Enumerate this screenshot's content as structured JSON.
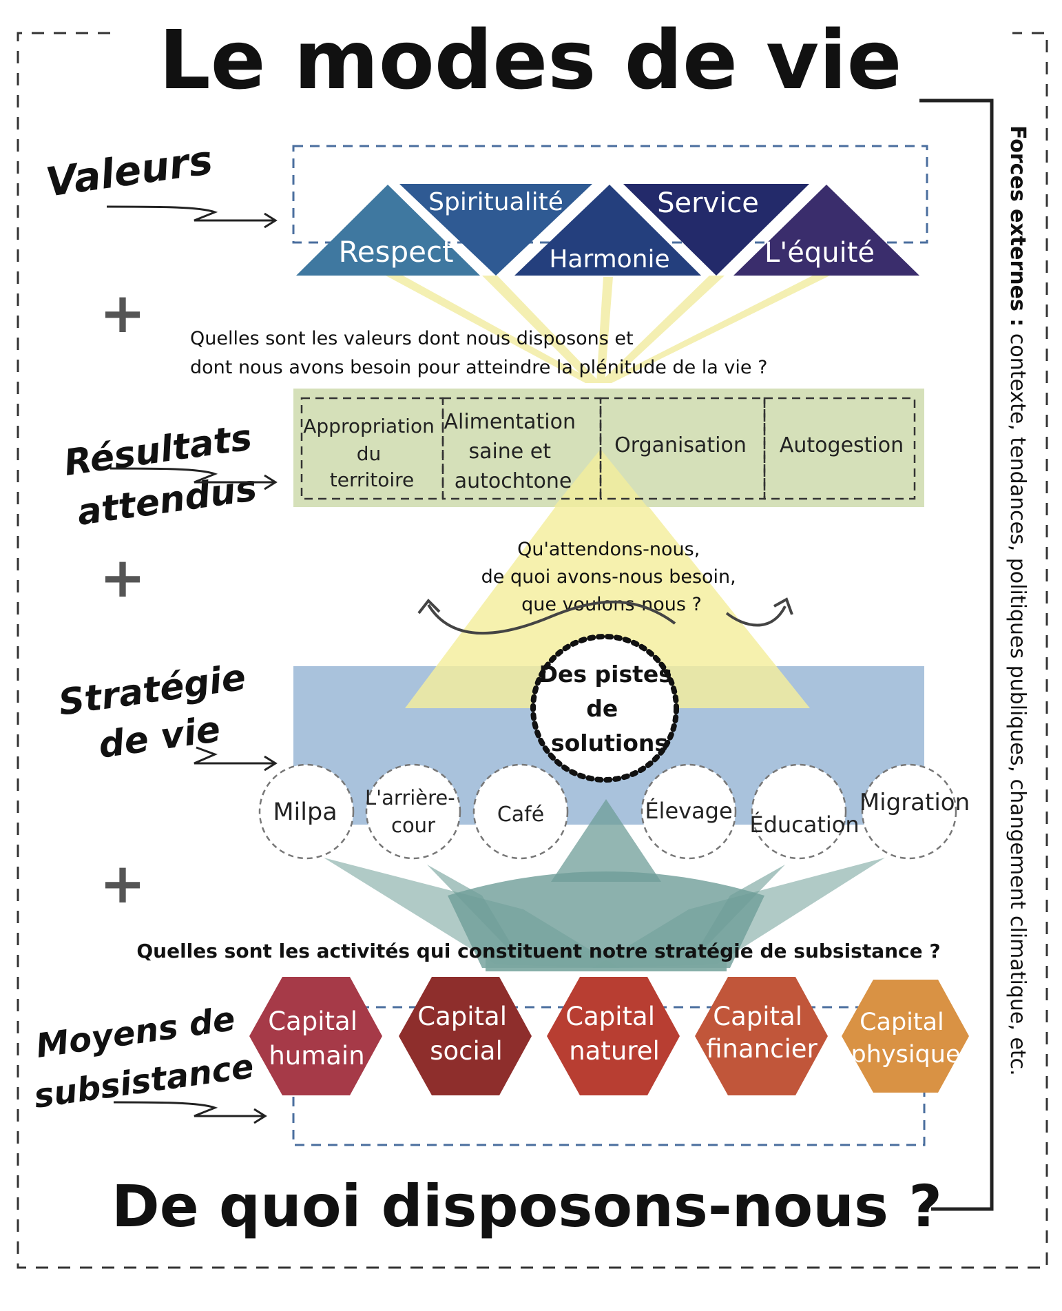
{
  "title": "Le modes de vie",
  "bottom_question": "De quoi disposons-nous ?",
  "external_forces": {
    "label_bold": "Forces externes :",
    "label_rest": " contexte, tendances, politiques publiques, changement climatique, etc."
  },
  "side_labels": {
    "valeurs": "Valeurs",
    "resultats_1": "Résultats",
    "resultats_2": "attendus",
    "strategie_1": "Stratégie",
    "strategie_2": "de vie",
    "moyens_1": "Moyens de",
    "moyens_2": "subsistance"
  },
  "plus_sign": "+",
  "values": {
    "items": [
      {
        "label": "Respect",
        "color": "#3f78a0"
      },
      {
        "label": "Spiritualité",
        "color": "#2f5a93"
      },
      {
        "label": "Harmonie",
        "color": "#243f7d"
      },
      {
        "label": "Service",
        "color": "#232a6a"
      },
      {
        "label": "L'équité",
        "color": "#3a2d6c"
      }
    ],
    "question_line1": "Quelles sont les valeurs dont nous disposons et",
    "question_line2": "dont nous avons besoin pour atteindre la plénitude de la vie ?"
  },
  "results": {
    "bg_color": "#d5e0b9",
    "items": [
      {
        "lines": [
          "Appropriation",
          "du",
          "territoire"
        ]
      },
      {
        "lines": [
          "Alimentation",
          "saine et",
          "autochtone"
        ]
      },
      {
        "lines": [
          "Organisation"
        ]
      },
      {
        "lines": [
          "Autogestion"
        ]
      }
    ],
    "question_line1": "Qu'attendons-nous,",
    "question_line2": "de quoi avons-nous besoin,",
    "question_line3": "que voulons-nous ?"
  },
  "strategy": {
    "band_color": "#a9c2dc",
    "pyramid_color": "#f4ee9c",
    "center_lines": [
      "Des pistes",
      "de",
      "solutions"
    ],
    "activities": [
      {
        "lines": [
          "Milpa"
        ]
      },
      {
        "lines": [
          "L'arrière-",
          "cour"
        ]
      },
      {
        "lines": [
          "Café"
        ]
      },
      {
        "lines": [
          "Élevage"
        ]
      },
      {
        "lines": [
          "Éducation"
        ]
      },
      {
        "lines": [
          "Migration"
        ]
      }
    ],
    "question": "Quelles sont les activités qui constituent notre stratégie de subsistance ?"
  },
  "capitals": {
    "items": [
      {
        "lines": [
          "Capital",
          "humain"
        ],
        "color": "#a63a48"
      },
      {
        "lines": [
          "Capital",
          "social"
        ],
        "color": "#8e2e2c"
      },
      {
        "lines": [
          "Capital",
          "naturel"
        ],
        "color": "#b83e32"
      },
      {
        "lines": [
          "Capital",
          "financier"
        ],
        "color": "#c1563a"
      },
      {
        "lines": [
          "Capital",
          "physique"
        ],
        "color": "#d99244"
      }
    ]
  },
  "colors": {
    "dashed_blue": "#4a6e9e",
    "dashed_gray": "#555555",
    "teal_lotus": "#6f9e98",
    "ray_yellow": "#f3eeaa"
  }
}
